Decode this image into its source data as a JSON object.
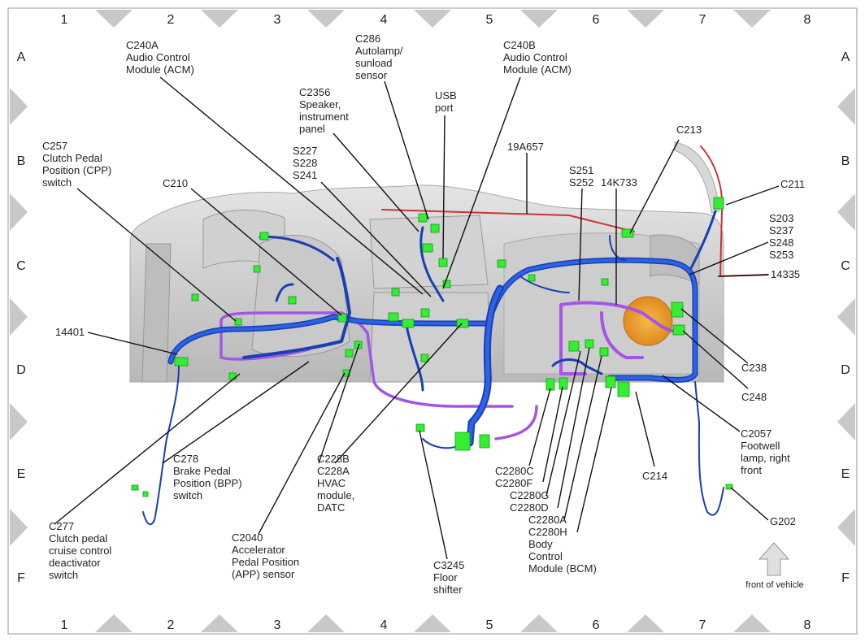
{
  "grid": {
    "columns": [
      "1",
      "2",
      "3",
      "4",
      "5",
      "6",
      "7",
      "8"
    ],
    "rows": [
      "A",
      "B",
      "C",
      "D",
      "E",
      "F"
    ]
  },
  "labels": {
    "c240a": [
      "C240A",
      "Audio Control",
      "Module (ACM)"
    ],
    "c286": [
      "C286",
      "Autolamp/",
      "sunload",
      "sensor"
    ],
    "c240b": [
      "C240B",
      "Audio Control",
      "Module (ACM)"
    ],
    "c2356": [
      "C2356",
      "Speaker,",
      "instrument",
      "panel"
    ],
    "usb": [
      "USB",
      "port"
    ],
    "c213": [
      "C213"
    ],
    "c257": [
      "C257",
      "Clutch Pedal",
      "Position (CPP)",
      "switch"
    ],
    "s227": [
      "S227",
      "S228",
      "S241"
    ],
    "n19a657": [
      "19A657"
    ],
    "s251": [
      "S251",
      "S252"
    ],
    "n14k733": [
      "14K733"
    ],
    "c211": [
      "C211"
    ],
    "c210": [
      "C210"
    ],
    "s203": [
      "S203",
      "S237",
      "S248",
      "S253"
    ],
    "n14335": [
      "14335"
    ],
    "n14401": [
      "14401"
    ],
    "c238": [
      "C238"
    ],
    "c248": [
      "C248"
    ],
    "c2057": [
      "C2057",
      "Footwell",
      "lamp, right",
      "front"
    ],
    "c278": [
      "C278",
      "Brake Pedal",
      "Position (BPP)",
      "switch"
    ],
    "c228": [
      "C228B",
      "C228A",
      "HVAC",
      "module,",
      "DATC"
    ],
    "c2280cf": [
      "C2280C",
      "C2280F"
    ],
    "c2280gd": [
      "C2280G",
      "C2280D"
    ],
    "c2280ah": [
      "C2280A",
      "C2280H",
      "Body",
      "Control",
      "Module (BCM)"
    ],
    "c214": [
      "C214"
    ],
    "c277": [
      "C277",
      "Clutch pedal",
      "cruise control",
      "deactivator",
      "switch"
    ],
    "c2040": [
      "C2040",
      "Accelerator",
      "Pedal Position",
      "(APP) sensor"
    ],
    "c3245": [
      "C3245",
      "Floor",
      "shifter"
    ],
    "g202": [
      "G202"
    ],
    "front": [
      "front of vehicle"
    ]
  },
  "colors": {
    "harness_blue": "#1a4fd6",
    "harness_purple": "#a455e6",
    "harness_red": "#cc3333",
    "connector_green": "#33ee33",
    "grid_triangles": "#c8c8c8"
  }
}
